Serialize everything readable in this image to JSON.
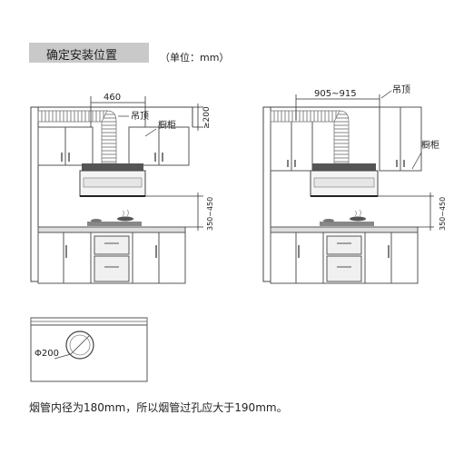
{
  "header": {
    "title": "确定安装位置",
    "unit": "（单位：mm）"
  },
  "left_diagram": {
    "width_label": "460",
    "ceiling_label": "吊顶",
    "cabinet_label": "橱柜",
    "ceiling_gap_label": "≥200",
    "hood_height_label": "350~450"
  },
  "right_diagram": {
    "width_label": "905~915",
    "ceiling_label": "吊顶",
    "cabinet_label": "橱柜",
    "hood_height_label": "350~450"
  },
  "hole_diagram": {
    "diameter_label": "Φ200"
  },
  "footer": {
    "note": "烟管内径为180mm，所以烟管过孔应大于190mm。"
  }
}
